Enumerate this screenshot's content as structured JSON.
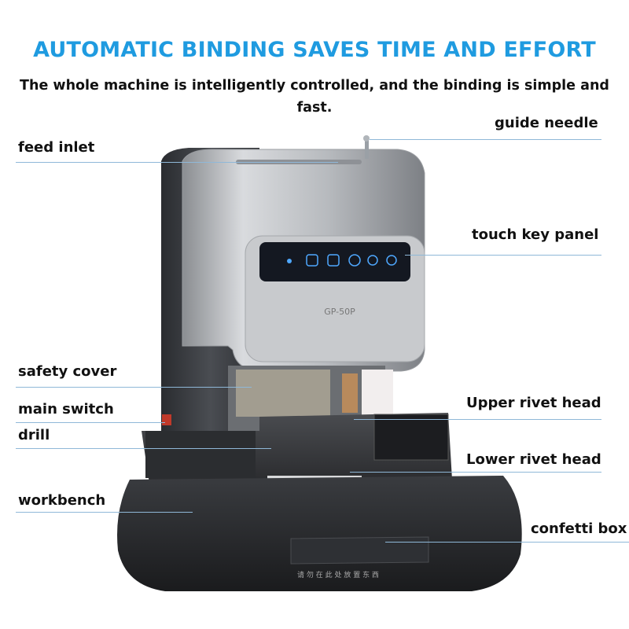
{
  "header": {
    "title": "AUTOMATIC BINDING SAVES TIME AND EFFORT",
    "subtitle_line1": "The whole machine is intelligently controlled, and the binding is simple and",
    "subtitle_line2": "fast."
  },
  "machine": {
    "model_label": "GP-50P",
    "front_panel_text": "请 勿 在 此 处 放 置 东 西"
  },
  "callouts": {
    "feed_inlet": "feed inlet",
    "guide_needle": "guide needle",
    "touch_key_panel": "touch key panel",
    "safety_cover": "safety cover",
    "main_switch": "main switch",
    "drill": "drill",
    "upper_rivet_head": "Upper rivet head",
    "lower_rivet_head": "Lower rivet head",
    "workbench": "workbench",
    "confetti_box": "confetti box"
  },
  "colors": {
    "title_blue": "#1f9be0",
    "leader_line": "#8fb8d8",
    "panel_glass": "#141821",
    "panel_icon": "#4fa8ff"
  }
}
